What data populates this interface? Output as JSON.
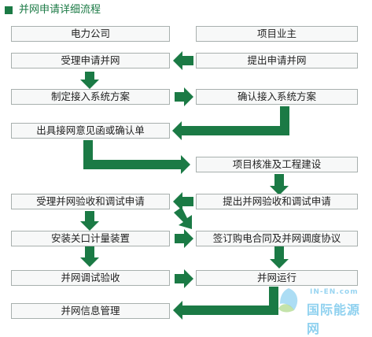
{
  "title": "并网申请详细流程",
  "colors": {
    "accent": "#1b7a45",
    "box_border": "#a8b0ae",
    "box_fill": "#f7f8f8",
    "watermark_blue": "#46b3e6"
  },
  "boxes": {
    "power_company": "电力公司",
    "project_owner": "项目业主",
    "accept_application": "受理申请并网",
    "submit_application": "提出申请并网",
    "formulate_plan": "制定接入系统方案",
    "confirm_plan": "确认接入系统方案",
    "issue_opinion": "出具接网意见函或确认单",
    "approval_construction": "项目核准及工程建设",
    "accept_acceptance": "受理并网验收和调试申请",
    "submit_acceptance": "提出并网验收和调试申请",
    "install_metering": "安装关口计量装置",
    "sign_contracts": "签订购电合同及并网调度协议",
    "grid_test": "并网调试验收",
    "grid_operation": "并网运行",
    "grid_info_management": "并网信息管理"
  },
  "watermark": {
    "brand_sub": "IN-EN.com",
    "brand_main": "国际能源网"
  }
}
